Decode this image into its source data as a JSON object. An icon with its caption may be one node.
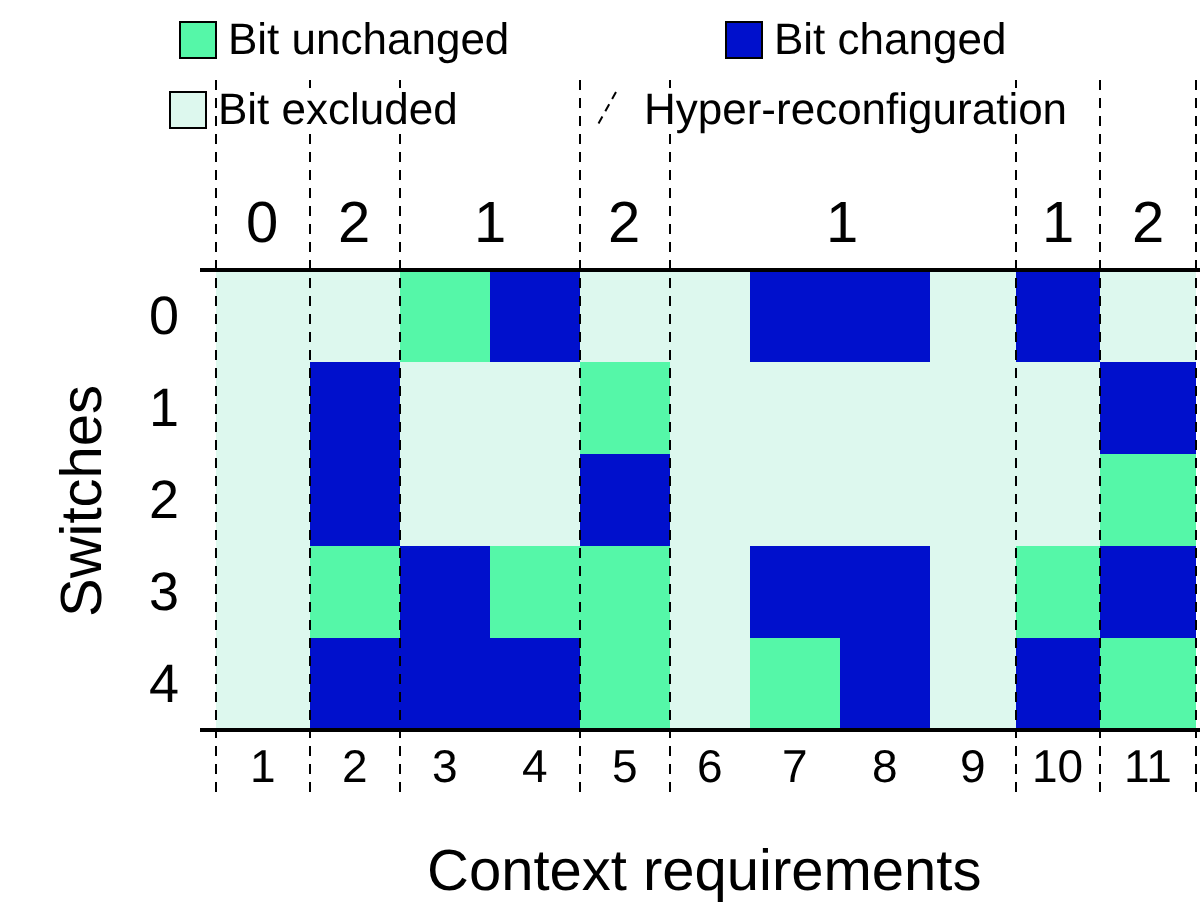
{
  "diagram": {
    "labels": [
      "0",
      "2",
      "1",
      "2",
      "1",
      "1",
      "2",
      "Switches",
      "0",
      "1",
      "2",
      "3",
      "4",
      "1",
      "2",
      "3",
      "4",
      "5",
      "6",
      "7",
      "8",
      "9",
      "10",
      "11",
      "Context requirements"
    ],
    "legend": [
      {
        "text": "Bit unchanged",
        "color": "#55f7a8"
      },
      {
        "text": "Bit changed",
        "color": "#0010cc"
      },
      {
        "text": "Bit excluded",
        "color": "#ddf8ee"
      },
      {
        "text": "Hyper-reconfiguration"
      }
    ]
  }
}
